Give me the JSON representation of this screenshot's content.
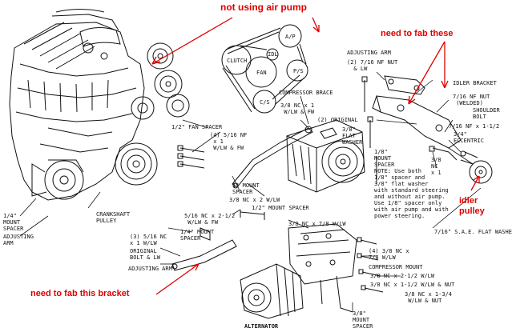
{
  "annotations": {
    "air_pump": "not using air pump",
    "fab_these": "need to fab these",
    "idler": "idler\npulley",
    "fab_bracket": "need to fab this bracket"
  },
  "belt_inset": {
    "ap": "A/P",
    "clutch": "CLUTCH",
    "idl": "IDL",
    "fan": "FAN",
    "ps": "P/S",
    "cs": "C/S"
  },
  "labels": {
    "adjusting_arm_top": "ADJUSTING ARM",
    "nut_716_nf": "(2) 7/16 NF NUT\n  & LW",
    "idler_bracket": "IDLER BRACKET",
    "nut_716_welded": "7/16 NF NUT\n (WELDED)",
    "shoulder_bolt": "SHOULDER\nBOLT",
    "nf_716_x_112": "7/16 NF x 1-1/2",
    "eccentric": "3/4\"\nECCENTRIC",
    "compressor_brace": "COMPRESSOR BRACE",
    "nc_38_fw": "3/8 NC x 1\n W/LW & FW",
    "original_2": "(2) ORIGINAL",
    "flat_washer": "3/8\"\nFLAT\nWASHER",
    "mount_spacer_18": "1/8\"\nMOUNT\nSPACER",
    "note": "NOTE: Use both\n1/8\" spacer and\n3/8\" flat washer\nwith standard steering\nand without air pump.\nUse 1/8\" spacer only\nwith air pump and with\npower steering.",
    "nc_38_x1": "3/8\nNC\nx 1",
    "fan_spacer": "1/2\" FAN SPACER",
    "nf_516": "(4) 5/16 NF\n x 1\n W/LW & FW",
    "mount_spacer_1": "1\" MOUNT\nSPACER",
    "nc_38_x2": "3/8 NC x 2 W/LW",
    "mount_spacer_14": "1/4\"\nMOUNT\nSPACER",
    "adjusting_arm_left": "ADJUSTING\nARM",
    "crankshaft_pulley": "CRANKSHAFT\nPULLEY",
    "nc_516_x1": "(3) 5/16 NC\nx 1 W/LW",
    "nc_516_x212": "5/16 NC x 2-1/2\n W/LW & FW",
    "mount_spacer_14b": "1/4\" MOUNT\nSPACER",
    "original_bolt": "ORIGINAL\nBOLT & LW",
    "adjusting_arm_mid": "ADJUSTING ARM",
    "mount_spacer_12": "1/2\" MOUNT SPACER",
    "nc_38_x78": "3/8 NC x 7/8 W/LW",
    "nc_38_4": "(4) 3/8 NC x\n7/8 W/LW",
    "compressor_mount": "COMPRESSOR MOUNT",
    "nc_38_x212": "3/8 NC x 2-1/2 W/LW",
    "nc_38_x112_nut": "3/8 NC x 1-1/2 W/LW & NUT",
    "nc_38_x134": "3/8 NC x 1-3/4\n W/LW & NUT",
    "flat_washer_sae": "7/16\" S.A.E. FLAT WASHER",
    "alternator": "ALTERNATOR",
    "mount_spacer_38": "3/8\"\nMOUNT\nSPACER"
  }
}
